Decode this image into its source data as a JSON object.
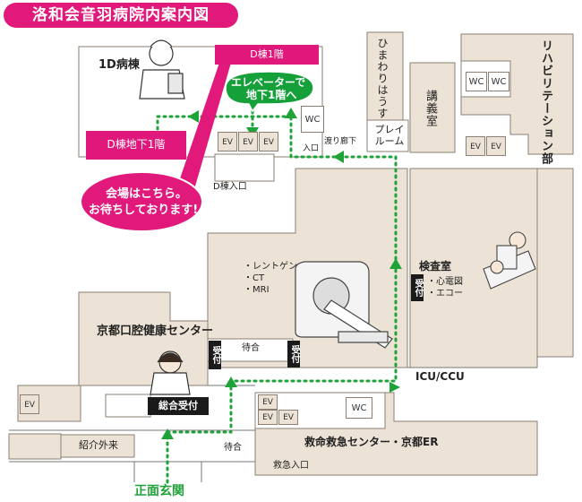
{
  "title": "洛和会音羽病院内案内図",
  "buildings": {
    "ward_1d": "1D病棟",
    "d_1f": "D棟1階",
    "d_b1": "D棟地下1階",
    "d_entrance": "D棟入口",
    "himawari": "ひまわりはうす",
    "lecture_room": "講義室",
    "playroom": "プレイルーム",
    "watari_rouka": "渡り廊下",
    "entrance": "入口",
    "rehab": "リハビリテーション部",
    "kensashitsu": "検査室",
    "kensa_items": [
      "・心電図",
      "・エコー"
    ],
    "imaging_items": [
      "・レントゲン",
      "・CT",
      "・MRI"
    ],
    "dental_center": "京都口腔健康センター",
    "waiting_1": "待合",
    "waiting_2": "待合",
    "reception_small": "受付",
    "reception_small_2": "受付",
    "reception_small_3": "受付",
    "main_reception": "総合受付",
    "icu": "ICU/CCU",
    "er": "救命救急センター・京都ER",
    "er_entrance": "救急入口",
    "referral": "紹介外来",
    "front_entrance": "正面玄関"
  },
  "callouts": {
    "elevator": [
      "エレベーターで",
      "地下1階へ"
    ],
    "venue": [
      "会場はこちら。",
      "お待ちしております!"
    ]
  },
  "ev_label": "EV",
  "wc_label": "WC",
  "colors": {
    "accent_magenta": "#e0197a",
    "route_green": "#1fa339",
    "elevator_bubble": "#16a03a",
    "floor_beige": "#ece3d6",
    "wall_gray": "#d9d1c6"
  }
}
